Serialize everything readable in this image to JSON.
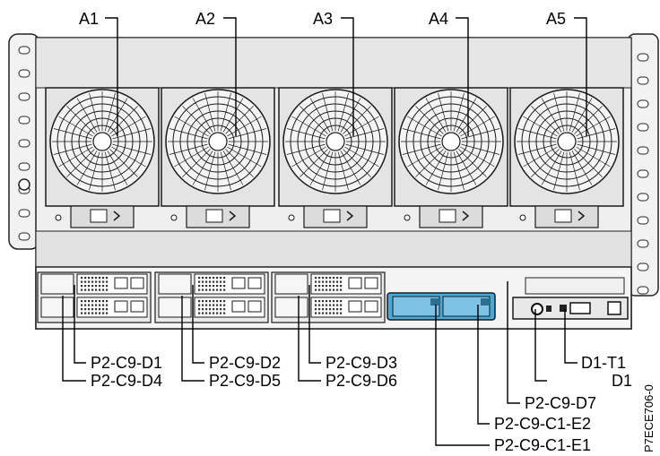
{
  "fans": [
    {
      "label": "A1"
    },
    {
      "label": "A2"
    },
    {
      "label": "A3"
    },
    {
      "label": "A4"
    },
    {
      "label": "A5"
    }
  ],
  "drive_labels": {
    "d1": "P2-C9-D1",
    "d2": "P2-C9-D2",
    "d3": "P2-C9-D3",
    "d4": "P2-C9-D4",
    "d5": "P2-C9-D5",
    "d6": "P2-C9-D6",
    "d7": "P2-C9-D7",
    "e1": "P2-C9-C1-E1",
    "e2": "P2-C9-C1-E2",
    "t1": "D1-T1",
    "dv": "D1"
  },
  "figure_id": "P7ECE706-0",
  "colors": {
    "highlight": "#4aa9d6",
    "chassis": "#e9e9e9",
    "dark": "#1a1a1a"
  }
}
